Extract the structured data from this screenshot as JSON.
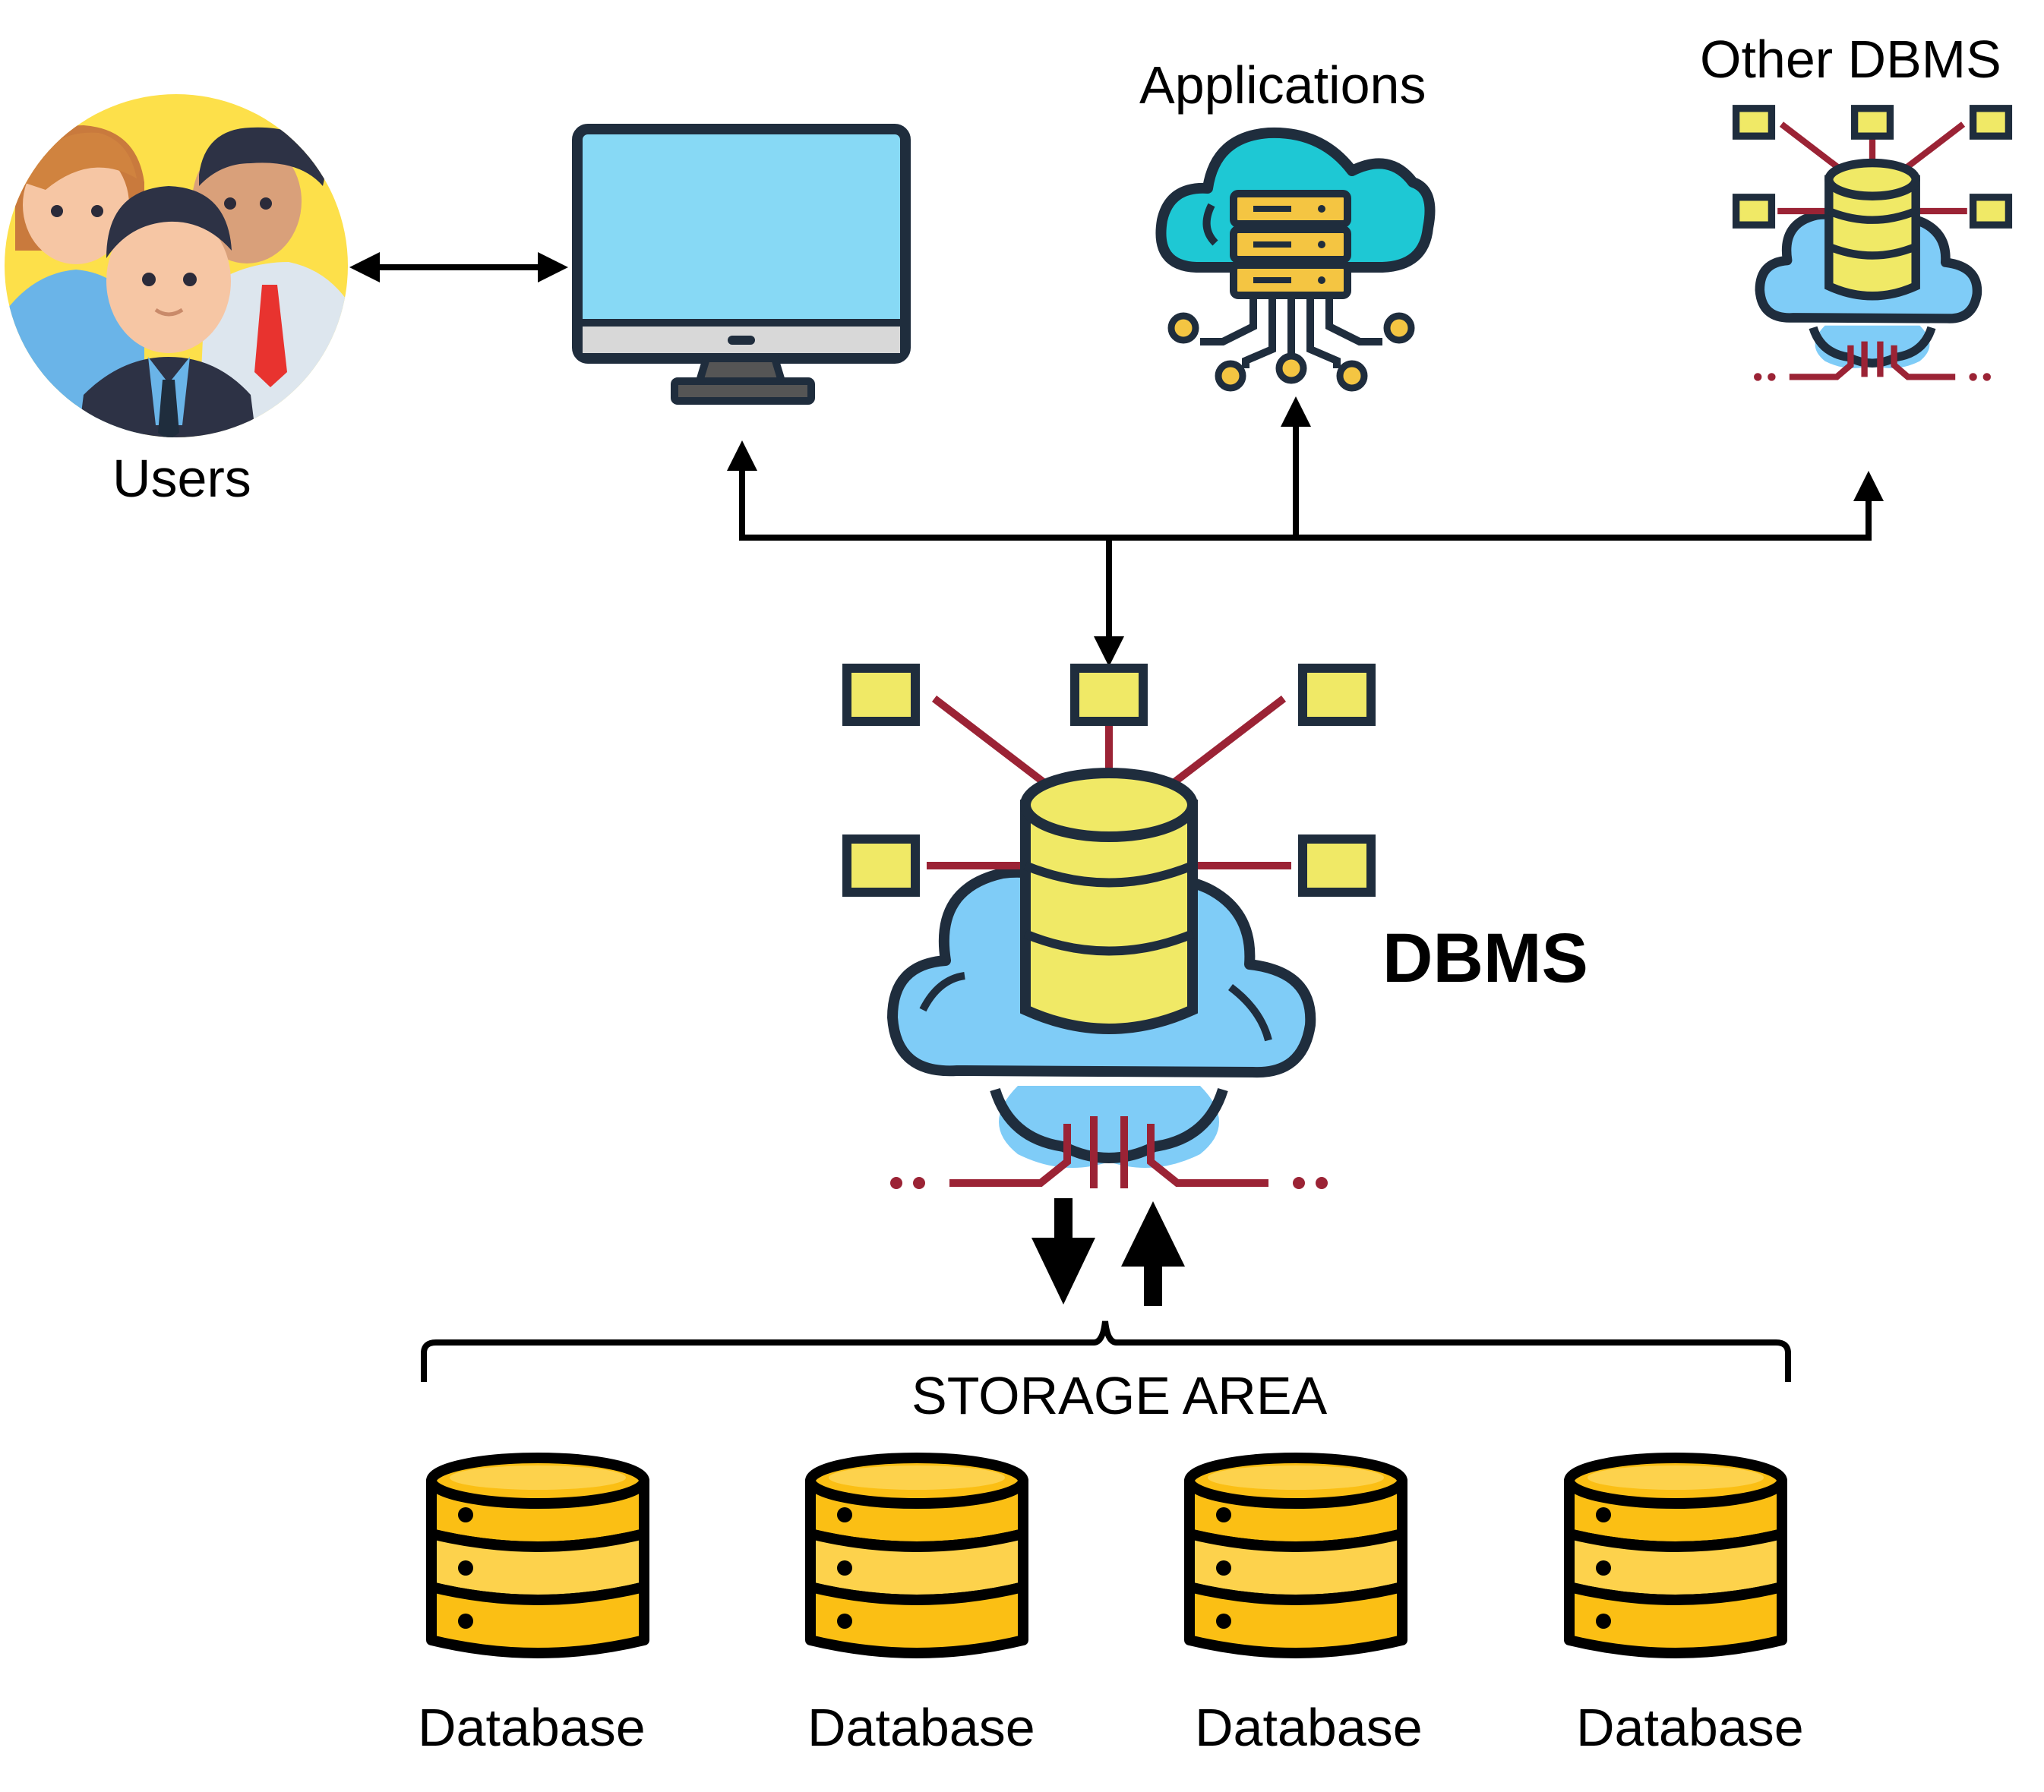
{
  "nodes": {
    "users": {
      "label": "Users",
      "icon": "users-group-icon"
    },
    "computer": {
      "icon": "monitor-icon"
    },
    "applications": {
      "label": "Applications",
      "icon": "cloud-server-icon"
    },
    "other_dbms": {
      "label": "Other DBMS",
      "icon": "dbms-cloud-icon"
    },
    "dbms": {
      "label": "DBMS",
      "icon": "dbms-cloud-icon"
    },
    "storage_area": {
      "label": "STORAGE AREA"
    },
    "databases": [
      {
        "label": "Database",
        "icon": "database-icon"
      },
      {
        "label": "Database",
        "icon": "database-icon"
      },
      {
        "label": "Database",
        "icon": "database-icon"
      },
      {
        "label": "Database",
        "icon": "database-icon"
      }
    ]
  },
  "colors": {
    "outline": "#1f2d3d",
    "screen": "#87d9f5",
    "cloud_blue": "#7fccf7",
    "cloud_teal": "#1ec8d4",
    "yellow": "#f0e966",
    "node_box": "#f0e966",
    "link_red": "#9b2335",
    "db_gold": "#fbbf14",
    "db_gold_light": "#fdd24c",
    "users_bg": "#fde04a"
  }
}
